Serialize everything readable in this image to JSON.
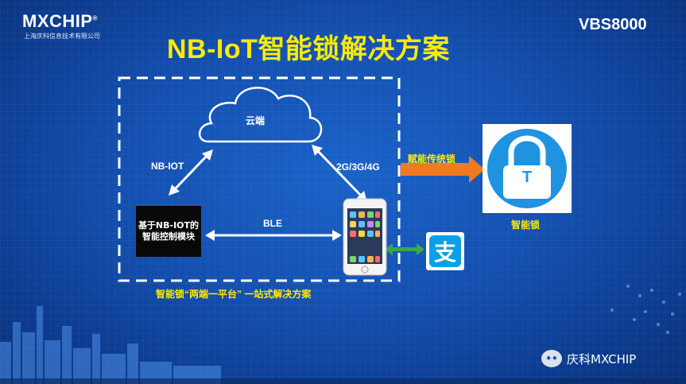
{
  "header": {
    "brand": "MXCHIP",
    "brand_mark": "®",
    "brand_subtitle": "上海庆科信息技术有限公司",
    "model": "VBS8000",
    "title": "NB-IoT智能锁解决方案"
  },
  "diagram": {
    "cloud_label": "云端",
    "nbiot_label": "NB-IOT",
    "network_label": "2G/3G/4G",
    "module_label": "基于NB-IOT的智能控制模块",
    "ble_label": "BLE",
    "empower_label": "赋能传统锁",
    "smart_lock_label": "智能锁",
    "platform_caption": "智能锁“两端一平台” 一站式解决方案",
    "alipay_glyph": "支",
    "lock_glyph": "T"
  },
  "footer": {
    "watermark": "庆科MXCHIP"
  },
  "colors": {
    "title": "#ffea00",
    "accent_orange": "#f07a1e",
    "accent_green": "#3aa84a",
    "lock_blue": "#1f93e0"
  }
}
